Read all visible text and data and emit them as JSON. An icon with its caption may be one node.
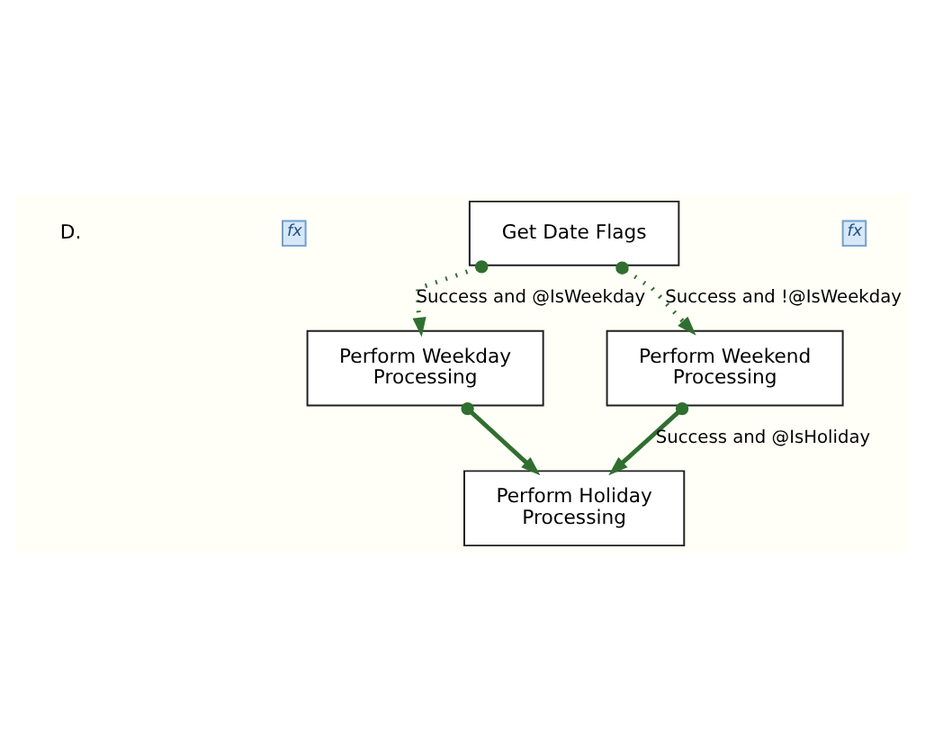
{
  "diagram": {
    "nodes": [
      {
        "text": [
          "Get Date Flags"
        ]
      },
      {
        "text": [
          "Perform Weekday Processing"
        ]
      },
      {
        "text": [
          "Perform Weekend Processing"
        ]
      },
      {
        "text": [
          "Perform Holiday Processing"
        ]
      }
    ],
    "edges": [
      {
        "from": 0,
        "to": 1,
        "arrow": "to",
        "style": "dashed",
        "label": "Success and @IsWeekday"
      },
      {
        "from": 0,
        "to": 2,
        "arrow": "to",
        "style": "dashed",
        "label": "Success and !@IsWeekday"
      },
      {
        "from": 1,
        "to": 3,
        "arrow": "to"
      },
      {
        "from": 2,
        "to": 3,
        "arrow": "to",
        "label": "Success and @IsHoliday"
      }
    ],
    "labels": [
      "D.",
      "fx",
      "fx"
    ]
  }
}
